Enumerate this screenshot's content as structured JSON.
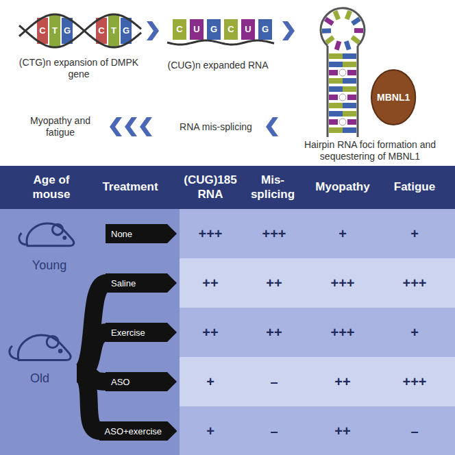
{
  "diagram": {
    "nodes": [
      {
        "text": [
          "MBNL1"
        ]
      },
      {
        "text": [
          "Age of mouse",
          "Treatment",
          "(CUG)185 RNA",
          "Mis-splicing",
          "Myopathy",
          "Fatigue"
        ]
      },
      {
        "text": [
          "None"
        ]
      },
      {
        "text": [
          "Saline"
        ]
      },
      {
        "text": [
          "Exercise"
        ]
      },
      {
        "text": [
          "ASO"
        ]
      },
      {
        "text": [
          "ASO+exercise"
        ]
      }
    ],
    "labels": [
      "C",
      "T",
      "G",
      "C",
      "T",
      "G",
      "(CTG)n expansion of DMPK gene",
      "C",
      "U",
      "G",
      "C",
      "U",
      "G",
      "(CUG)n expanded RNA",
      "Hairpin RNA foci formation and sequestering of MBNL1",
      "RNA mis-splicing",
      "Myopathy and fatigue",
      "Young",
      "Old",
      "+++",
      "+++",
      "+",
      "+",
      "++",
      "++",
      "+++",
      "+++",
      "++",
      "++",
      "+++",
      "+",
      "+",
      "–",
      "++",
      "+++",
      "+",
      "–",
      "++",
      "–"
    ]
  }
}
